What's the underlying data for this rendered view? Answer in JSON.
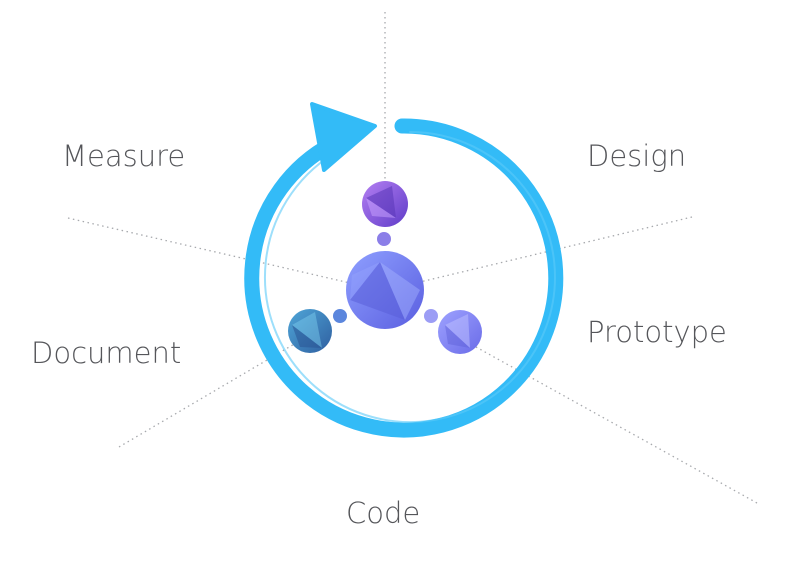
{
  "stages": {
    "measure": "Measure",
    "design": "Design",
    "prototype": "Prototype",
    "document": "Document",
    "code": "Code"
  },
  "colors": {
    "cycle_arrow": "#33bbf7",
    "guide_lines": "#a7a9ad",
    "label_text": "#55565a",
    "node_center": "#6d7ff0",
    "node_top": "#7a52d9",
    "node_right": "#7f82f2",
    "node_left": "#3f7db5"
  },
  "icons": {
    "cycle": "circular-arrow-icon",
    "hub": "molecule-nodes-icon"
  }
}
